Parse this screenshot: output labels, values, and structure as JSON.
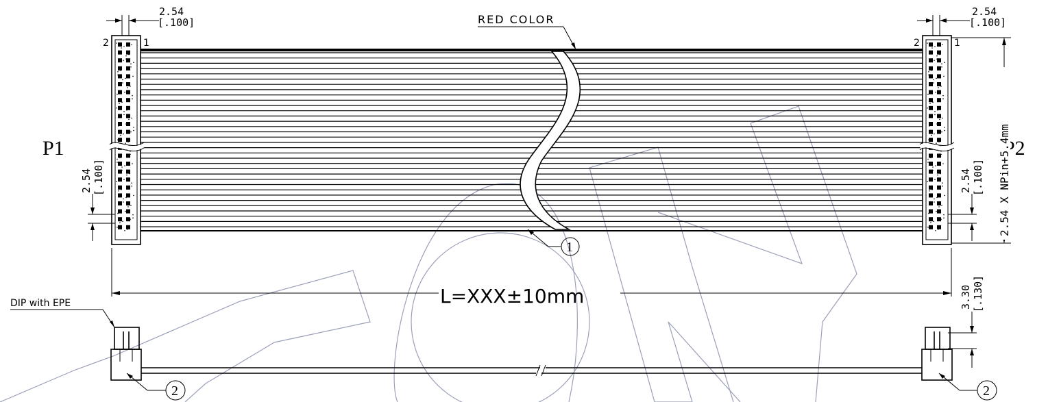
{
  "labels": {
    "p1": "P1",
    "p2": "P2",
    "red_color": "RED COLOR",
    "length": "L=XXX±10mm",
    "dip": "DIP with EPE",
    "pin2_left": "2",
    "pin1_left": "1",
    "pin2_right": "2",
    "pin1_right": "1",
    "item1": "1",
    "item2_left": "2",
    "item2_right": "2"
  },
  "dimensions": {
    "pitch_top_left": "2.54",
    "pitch_top_left_in": "[.100]",
    "pitch_top_right": "2.54",
    "pitch_top_right_in": "[.100]",
    "pitch_side_left": "2.54",
    "pitch_side_left_in": "[.100]",
    "pitch_side_right": "2.54",
    "pitch_side_right_in": "[.100]",
    "width_formula": "2.54 X NPin+5.4mm",
    "height_right": "3.30",
    "height_right_in": "[.130]"
  },
  "colors": {
    "line": "#000000",
    "watermark": "#9aa0b8"
  }
}
